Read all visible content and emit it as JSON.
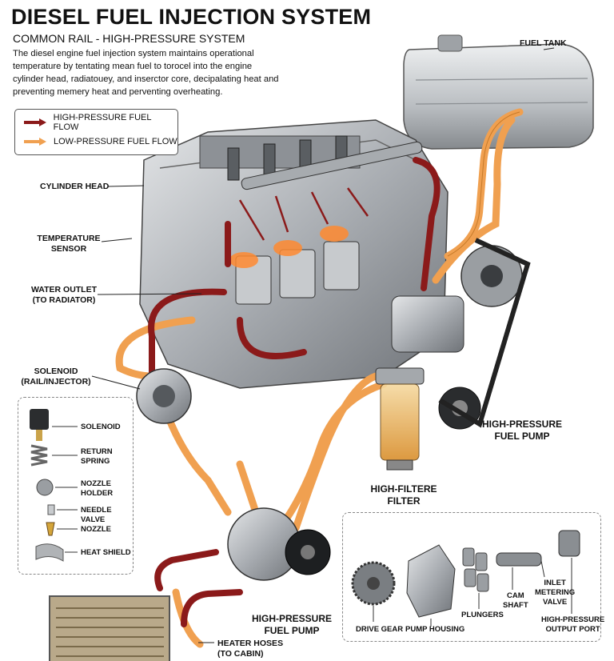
{
  "header": {
    "title": "DIESEL FUEL INJECTION SYSTEM",
    "subtitle": "COMMON RAIL - HIGH-PRESSURE SYSTEM",
    "description": "The diesel engine fuel injection system maintains operational temperature by tentating mean fuel to torocel into the engine cylinder head, radiatouey, and inserctor core, decipalating heat and preventing memery heat and perventing overheating."
  },
  "legend": [
    {
      "label": "HIGH-PRESSURE FUEL FLOW",
      "color": "#8b1a1a"
    },
    {
      "label": "LOW-PRESSURE FUEL FLOW",
      "color": "#f0a050"
    }
  ],
  "labels": {
    "fuel_tank": "FUEL TANK",
    "cylinder_head": "CYLINDER HEAD",
    "temp_sensor_1": "TEMPERATURE",
    "temp_sensor_2": "SENSOR",
    "water_outlet_1": "WATER OUTLET",
    "water_outlet_2": "(TO RADIATOR)",
    "solenoid_1": "SOLENOID",
    "solenoid_2": "(RAIL/INJECTOR)",
    "hp_pump_right_1": "HIGH-PRESSURE",
    "hp_pump_right_2": "FUEL PUMP",
    "filter_1": "HIGH-FILTERE",
    "filter_2": "FILTER",
    "hp_pump_bottom_1": "HIGH-PRESSURE",
    "hp_pump_bottom_2": "FUEL PUMP",
    "heater_1": "HEATER HOSES",
    "heater_2": "(TO CABIN)"
  },
  "injector_parts": [
    {
      "label": "SOLENOID"
    },
    {
      "label": "RETURN\nSPRING"
    },
    {
      "label": "NOZZLE\nHOLDER"
    },
    {
      "label": "NEEDLE VALVE"
    },
    {
      "label": "NOZZLE"
    },
    {
      "label": "HEAT SHIELD"
    }
  ],
  "pump_parts": [
    {
      "label": "DRIVE GEAR"
    },
    {
      "label": "PUMP HOUSING"
    },
    {
      "label": "PLUNGERS"
    },
    {
      "label": "CAM\nSHAFT"
    },
    {
      "label": "INLET\nMETERING\nVALVE"
    },
    {
      "label": "HIGH-PRESSURE\nOUTPUT PORT"
    }
  ],
  "colors": {
    "high_pressure": "#8b1a1a",
    "low_pressure": "#f0a050",
    "metal": "#b8bcc0"
  }
}
